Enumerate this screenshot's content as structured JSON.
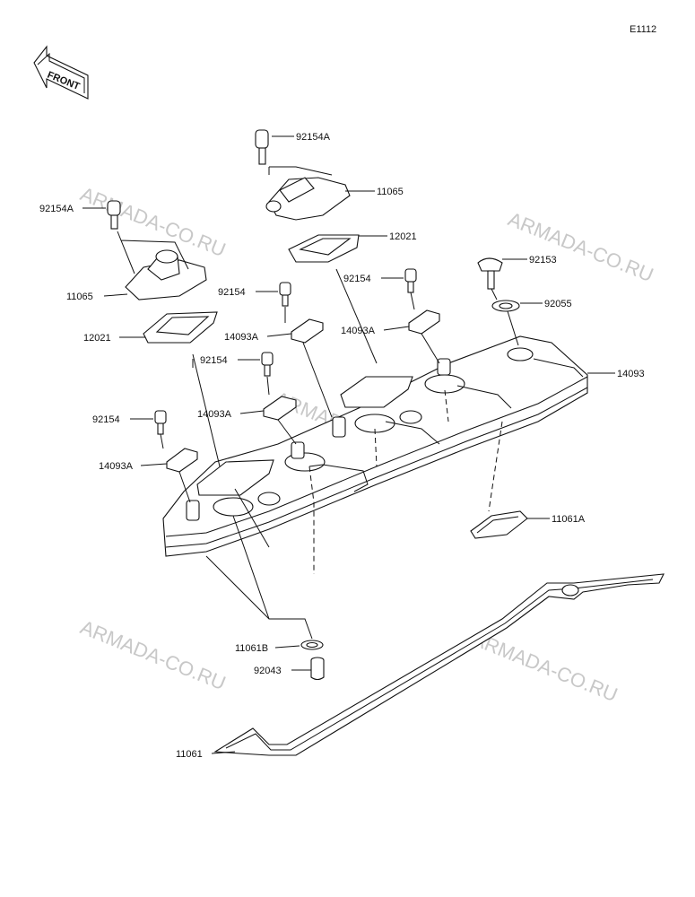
{
  "diagram_code": "E1112",
  "front_label": "FRONT",
  "watermark": "ARMADA-CO.RU",
  "labels": {
    "p92154A_top": "92154A",
    "p11065_top": "11065",
    "p92154A_left": "92154A",
    "p12021_top": "12021",
    "p92153": "92153",
    "p11065_left": "11065",
    "p92154_a": "92154",
    "p92154_b": "92154",
    "p92055": "92055",
    "p12021_left": "12021",
    "p14093A_a": "14093A",
    "p14093A_b": "14093A",
    "p14093": "14093",
    "p92154_c": "92154",
    "p14093A_c": "14093A",
    "p92154_d": "92154",
    "p14093A_d": "14093A",
    "p11061A": "11061A",
    "p11061B": "11061B",
    "p92043": "92043",
    "p11061": "11061"
  }
}
